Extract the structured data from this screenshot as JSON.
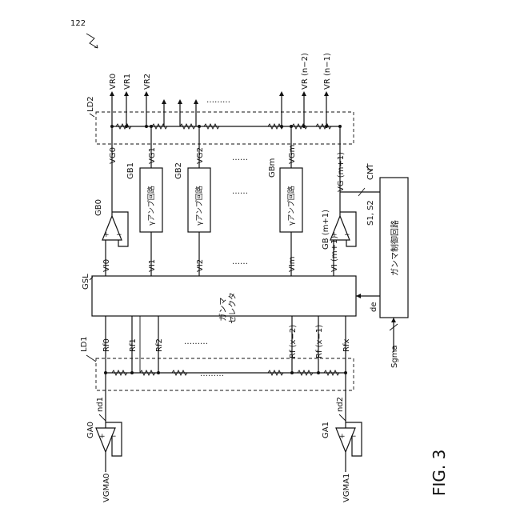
{
  "figure": {
    "ref_number": "122",
    "fig_label": "FIG. 3"
  },
  "selector": {
    "ref": "GSL",
    "text": "ガンマ\nセレクタ"
  },
  "controller": {
    "text": "ガンマ制御回路"
  },
  "ladder_vr": {
    "ref": "LD2"
  },
  "ladder_rf": {
    "ref": "LD1"
  },
  "amp_blocks": [
    {
      "id": "gb1",
      "text": "γアンプ回路",
      "ref": "GB1"
    },
    {
      "id": "gb2",
      "text": "γアンプ回路",
      "ref": "GB2"
    },
    {
      "id": "gbm",
      "text": "γアンプ回路",
      "ref": "GBm"
    }
  ],
  "buffers": [
    {
      "id": "gb0",
      "ref": "GB0"
    },
    {
      "id": "gbm1",
      "ref": "GB (m+1)"
    }
  ],
  "input_amps": [
    {
      "id": "ga0",
      "ref": "GA0",
      "node": "nd1",
      "input": "VGMA0"
    },
    {
      "id": "ga1",
      "ref": "GA1",
      "node": "nd2",
      "input": "VGMA1"
    }
  ],
  "outputs_vr": [
    "VR0",
    "VR1",
    "VR2",
    "VR (n−2)",
    "VR (n−1)"
  ],
  "taps_vg": [
    "VG0",
    "VG1",
    "VG2",
    "VGm",
    "VG (m+1)"
  ],
  "selector_outputs": [
    "VI0",
    "VI1",
    "VI2",
    "VIm",
    "VI (m+1)"
  ],
  "ref_taps": [
    "Rf0",
    "Rf1",
    "Rf2",
    "Rf (x−2)",
    "Rf (x−1)",
    "Rfx"
  ],
  "signals": {
    "cnt": "CNT",
    "s12": "S1, S2",
    "de": "de",
    "sgma": "Sgma"
  },
  "amp_symbols": {
    "plus": "+",
    "minus": "−"
  },
  "ellipsis_dots": "……",
  "ellipsis_dots_long": "………"
}
